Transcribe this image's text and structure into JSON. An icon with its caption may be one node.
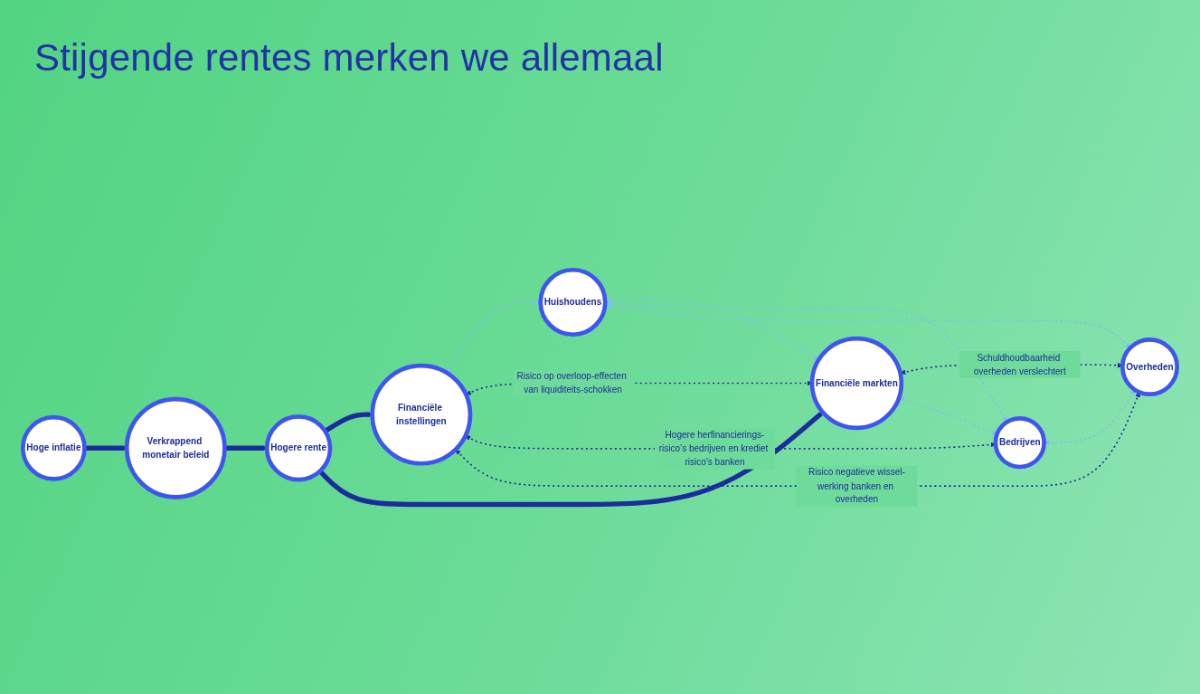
{
  "diagram": {
    "title": "Stijgende rentes merken we allemaal",
    "nodes": [
      {
        "text": [
          "Hoge inflatie"
        ]
      },
      {
        "text": [
          "Verkrappend monetair beleid"
        ]
      },
      {
        "text": [
          "Hogere rente"
        ]
      },
      {
        "text": [
          "Financiële instellingen"
        ]
      },
      {
        "text": [
          "Huishoudens"
        ]
      },
      {
        "text": [
          "Financiële markten"
        ]
      },
      {
        "text": [
          "Bedrijven"
        ]
      },
      {
        "text": [
          "Overheden"
        ]
      }
    ],
    "edges": [
      {
        "from": 0,
        "to": 1,
        "arrow": "to",
        "style": "thick"
      },
      {
        "from": 1,
        "to": 2,
        "arrow": "to",
        "style": "thick"
      },
      {
        "from": 2,
        "to": 3,
        "arrow": "to",
        "style": "thick"
      },
      {
        "from": 2,
        "to": 5,
        "arrow": "to",
        "style": "thick"
      },
      {
        "from": 3,
        "to": 4,
        "arrow": "both",
        "style": "dashed",
        "color": "#80bcf6"
      },
      {
        "from": 3,
        "to": 5,
        "arrow": "both",
        "style": "dashed",
        "label": "Risico op overloop-effecten van liquiditeits-schokken"
      },
      {
        "from": 3,
        "to": 6,
        "arrow": "both",
        "style": "dashed",
        "label": "Hogere herfinancierings-risico’s bedrijven en krediet risico’s banken"
      },
      {
        "from": 3,
        "to": 7,
        "arrow": "both",
        "style": "dashed",
        "label": "Risico negatieve wissel-werking banken en overheden"
      },
      {
        "from": 4,
        "to": 5,
        "arrow": "both",
        "style": "dashed",
        "color": "#80bcf6"
      },
      {
        "from": 4,
        "to": 6,
        "arrow": "both",
        "style": "dashed",
        "color": "#80bcf6"
      },
      {
        "from": 4,
        "to": 7,
        "arrow": "both",
        "style": "dashed",
        "color": "#80bcf6"
      },
      {
        "from": 5,
        "to": 7,
        "arrow": "both",
        "style": "dashed",
        "label": "Schuldhoudbaarheid overheden verslechtert"
      },
      {
        "from": 6,
        "to": 7,
        "arrow": "both",
        "style": "dashed",
        "color": "#80bcf6"
      },
      {
        "from": 5,
        "to": 6,
        "arrow": "both",
        "style": "dashed",
        "color": "#80bcf6"
      }
    ]
  }
}
